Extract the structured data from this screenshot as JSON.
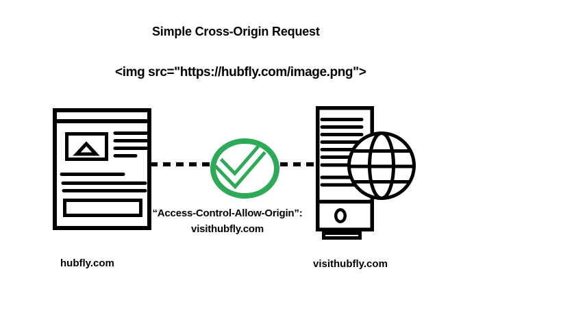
{
  "title": "Simple Cross-Origin Request",
  "code_line": "<img src=\"https://hubfly.com/image.png\">",
  "connection": {
    "status": "allowed",
    "response_header_line1": "“Access-Control-Allow-Origin”:",
    "response_header_line2": "visithubfly.com"
  },
  "client": {
    "label": "hubfly.com",
    "icon": "webpage-icon"
  },
  "server": {
    "label": "visithubfly.com",
    "icon": "server-globe-icon"
  },
  "colors": {
    "success_green": "#2EA957",
    "ink": "#000000",
    "background": "#FFFFFF"
  }
}
